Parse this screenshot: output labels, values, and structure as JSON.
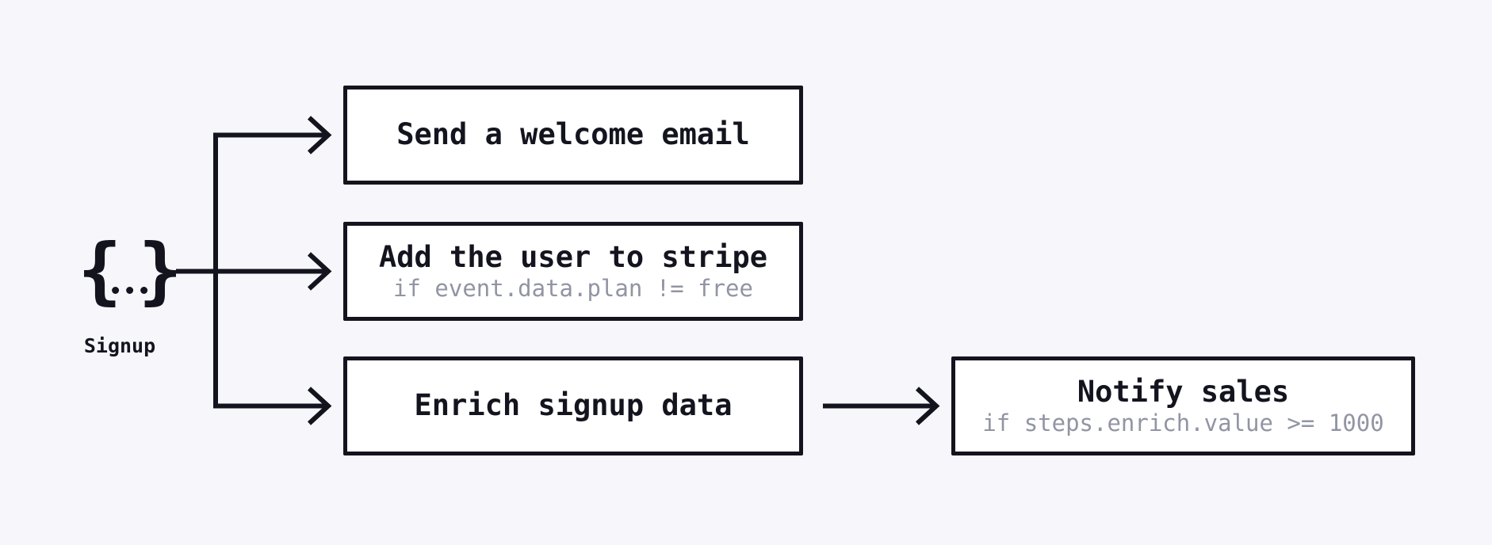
{
  "theme": {
    "bg": "#f7f7fb",
    "ink": "#14141f",
    "box_bg": "#ffffff",
    "muted": "#9195a3"
  },
  "event": {
    "icon_open": "{",
    "icon_close": "}",
    "label": "Signup"
  },
  "steps": [
    {
      "title": "Send a welcome email"
    },
    {
      "title": "Add the user to stripe",
      "condition": "if event.data.plan != free"
    },
    {
      "title": "Enrich signup data"
    },
    {
      "title": "Notify sales",
      "condition": "if steps.enrich.value >= 1000"
    }
  ]
}
